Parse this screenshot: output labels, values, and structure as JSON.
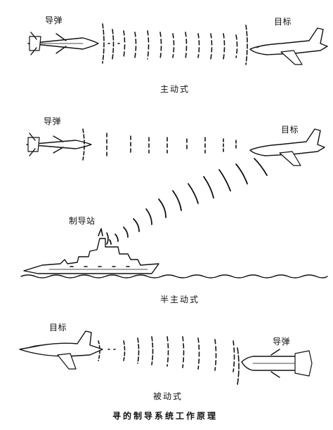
{
  "diagram": {
    "panel_active": {
      "missile_label": "导弹",
      "target_label": "目标",
      "caption": "主动式"
    },
    "panel_semi_active": {
      "missile_label": "导弹",
      "target_label": "目标",
      "station_label": "制导站",
      "caption": "半主动式"
    },
    "panel_passive": {
      "target_label": "目标",
      "missile_label": "导弹",
      "caption": "被动式"
    },
    "figure_caption": "寻的制导系统工作原理"
  }
}
